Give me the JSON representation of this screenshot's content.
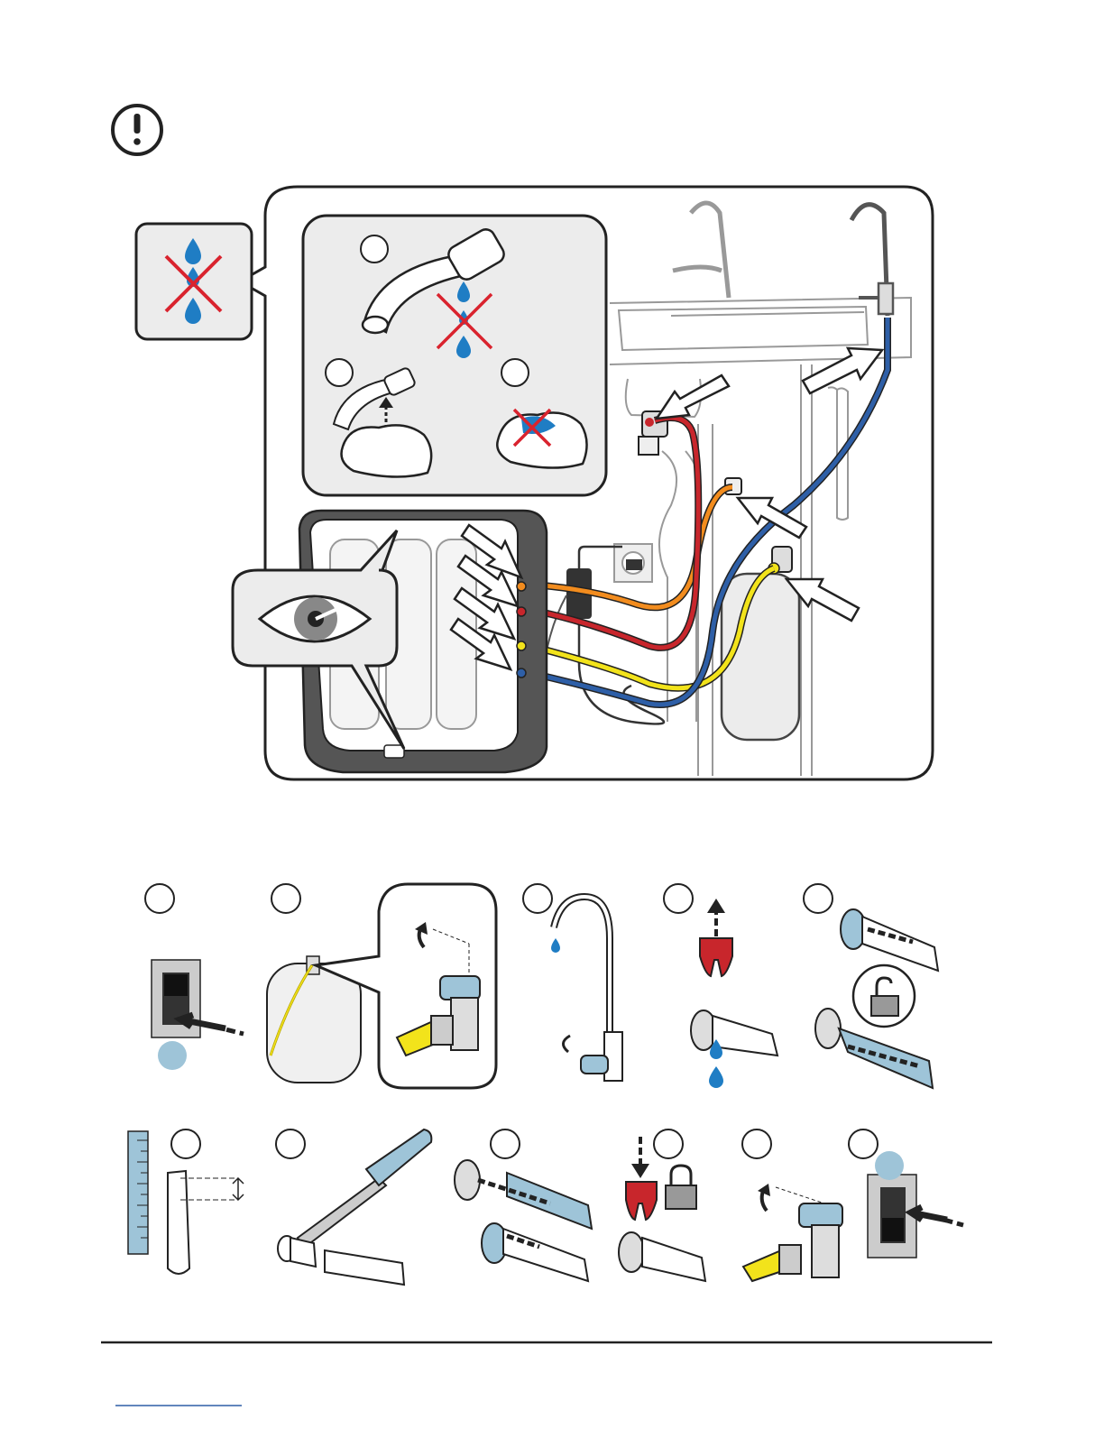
{
  "warning": {
    "icon": "exclamation-circle-icon"
  },
  "tube_colors": {
    "orange": "#f28c1e",
    "red": "#c8262c",
    "yellow": "#f2e31b",
    "blue": "#2e5fa7",
    "grey": "#555555"
  },
  "accent": {
    "water": "#1f7dc4",
    "cross": "#d9232e",
    "light_blue": "#9ec4d8"
  },
  "main_diagram": {
    "callouts": [
      "no-leak-callout",
      "leak-check-panel",
      "inspect-eye-callout"
    ]
  },
  "bottom_steps_row1": [
    "power-switch-off",
    "tank-valve-close",
    "faucet-open",
    "clip-remove",
    "tube-release"
  ],
  "bottom_steps_row2": [
    "tube-measure",
    "tube-cut",
    "tube-insert",
    "clip-lock",
    "tank-valve-open",
    "power-switch-on"
  ]
}
